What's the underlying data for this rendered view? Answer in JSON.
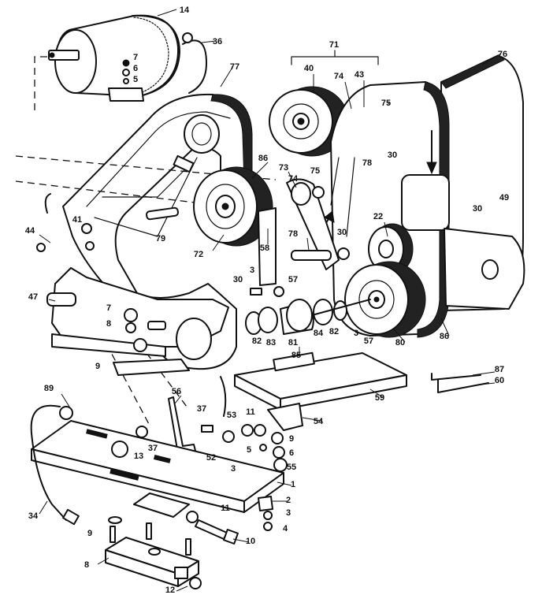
{
  "callouts": [
    {
      "id": "c14",
      "text": "14"
    },
    {
      "id": "c36",
      "text": "36"
    },
    {
      "id": "c7a",
      "text": "7"
    },
    {
      "id": "c6a",
      "text": "6"
    },
    {
      "id": "c5a",
      "text": "5"
    },
    {
      "id": "c77",
      "text": "77"
    },
    {
      "id": "c71",
      "text": "71"
    },
    {
      "id": "c40",
      "text": "40"
    },
    {
      "id": "c74a",
      "text": "74"
    },
    {
      "id": "c43",
      "text": "43"
    },
    {
      "id": "c75a",
      "text": "75"
    },
    {
      "id": "c76",
      "text": "76"
    },
    {
      "id": "c30a",
      "text": "30"
    },
    {
      "id": "c78a",
      "text": "78"
    },
    {
      "id": "c86a",
      "text": "86"
    },
    {
      "id": "c73",
      "text": "73"
    },
    {
      "id": "c74b",
      "text": "74"
    },
    {
      "id": "c75b",
      "text": "75"
    },
    {
      "id": "c49",
      "text": "49"
    },
    {
      "id": "c30b",
      "text": "30"
    },
    {
      "id": "c22",
      "text": "22"
    },
    {
      "id": "c44",
      "text": "44"
    },
    {
      "id": "c41",
      "text": "41"
    },
    {
      "id": "c79",
      "text": "79"
    },
    {
      "id": "c72",
      "text": "72"
    },
    {
      "id": "c58",
      "text": "58"
    },
    {
      "id": "c78b",
      "text": "78"
    },
    {
      "id": "c30c",
      "text": "30"
    },
    {
      "id": "c30d",
      "text": "30"
    },
    {
      "id": "c3a",
      "text": "3"
    },
    {
      "id": "c57a",
      "text": "57"
    },
    {
      "id": "c47",
      "text": "47"
    },
    {
      "id": "c7b",
      "text": "7"
    },
    {
      "id": "c8a",
      "text": "8"
    },
    {
      "id": "c82a",
      "text": "82"
    },
    {
      "id": "c83",
      "text": "83"
    },
    {
      "id": "c81",
      "text": "81"
    },
    {
      "id": "c84",
      "text": "84"
    },
    {
      "id": "c82b",
      "text": "82"
    },
    {
      "id": "c3b",
      "text": "3"
    },
    {
      "id": "c57b",
      "text": "57"
    },
    {
      "id": "c80",
      "text": "80"
    },
    {
      "id": "c86b",
      "text": "86"
    },
    {
      "id": "c9a",
      "text": "9"
    },
    {
      "id": "c85",
      "text": "85"
    },
    {
      "id": "c87",
      "text": "87"
    },
    {
      "id": "c60",
      "text": "60"
    },
    {
      "id": "c89",
      "text": "89"
    },
    {
      "id": "c56",
      "text": "56"
    },
    {
      "id": "c59",
      "text": "59"
    },
    {
      "id": "c37a",
      "text": "37"
    },
    {
      "id": "c53",
      "text": "53"
    },
    {
      "id": "c11a",
      "text": "11"
    },
    {
      "id": "c54",
      "text": "54"
    },
    {
      "id": "c37b",
      "text": "37"
    },
    {
      "id": "c13",
      "text": "13"
    },
    {
      "id": "c9b",
      "text": "9"
    },
    {
      "id": "c5b",
      "text": "5"
    },
    {
      "id": "c6b",
      "text": "6"
    },
    {
      "id": "c52",
      "text": "52"
    },
    {
      "id": "c3c",
      "text": "3"
    },
    {
      "id": "c55",
      "text": "55"
    },
    {
      "id": "c1",
      "text": "1"
    },
    {
      "id": "c34",
      "text": "34"
    },
    {
      "id": "c2",
      "text": "2"
    },
    {
      "id": "c11b",
      "text": "11"
    },
    {
      "id": "c3d",
      "text": "3"
    },
    {
      "id": "c4",
      "text": "4"
    },
    {
      "id": "c9c",
      "text": "9"
    },
    {
      "id": "c10",
      "text": "10"
    },
    {
      "id": "c8b",
      "text": "8"
    },
    {
      "id": "c12",
      "text": "12"
    }
  ]
}
